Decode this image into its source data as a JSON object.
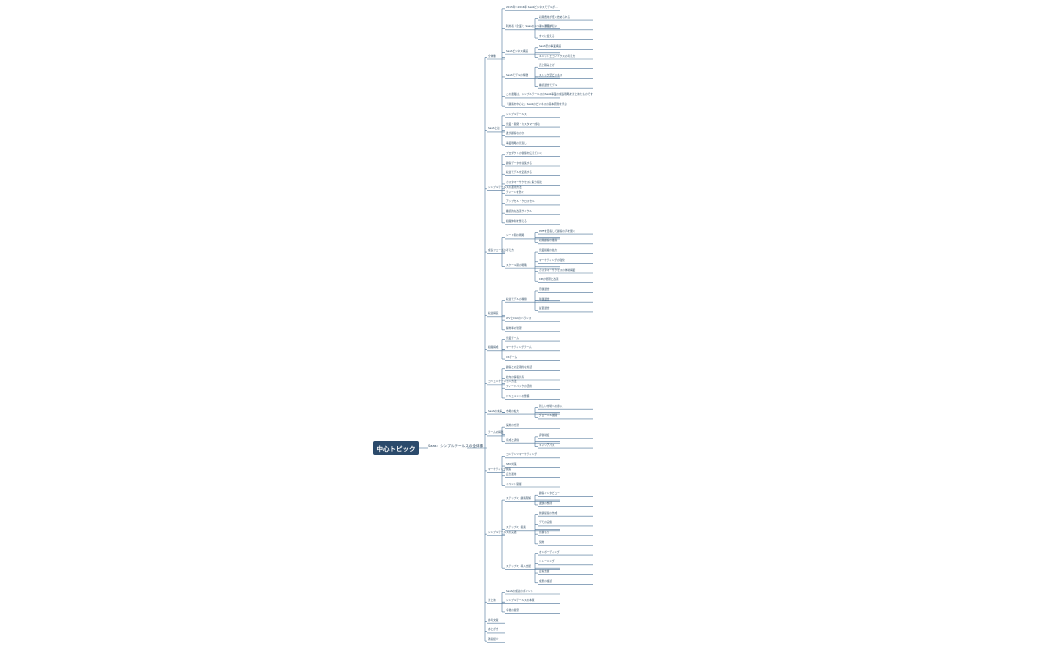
{
  "central_topic": "中心トピック",
  "main_branch": "Saas：シンプルテールスの全体像",
  "branches": [
    {
      "label": "全体像",
      "children": [
        {
          "label": "2015年〜2016年 SaaSビジネスモデルが…"
        },
        {
          "label": "利用者（企業）：Saasのメリットが高い",
          "children": [
            {
              "label": "初期費用が低く始められる"
            },
            {
              "label": "導入期間が短い"
            },
            {
              "label": "すぐに使える"
            }
          ]
        },
        {
          "label": "SaaSビジネス構造",
          "children": [
            {
              "label": "SaaS型の事業構造"
            },
            {
              "label": "ユニットエコノミクスの考え方"
            }
          ]
        },
        {
          "label": "SaaSモデルの特徴",
          "children": [
            {
              "label": "売上積み上げ"
            },
            {
              "label": "ストック型ビジネス"
            },
            {
              "label": "継続課金モデル"
            }
          ]
        },
        {
          "label": "この書籍は、シンプルテールスのSaaS事業の成長戦略をまとめたものです"
        },
        {
          "label": "「顧客を中心に」SaaSのビジネスの基本原則を学ぶ"
        }
      ]
    },
    {
      "label": "SaaSとは",
      "children": [
        {
          "label": "シンプルテールス"
        },
        {
          "label": "営業・開発・カスタマー成功"
        },
        {
          "label": "誰が顧客なのか"
        },
        {
          "label": "事業戦略の見直し"
        }
      ]
    },
    {
      "label": "シンプルテールスの運用方法",
      "children": [
        {
          "label": "プロダクトの価値を伝えていく"
        },
        {
          "label": "顧客データを収集する"
        },
        {
          "label": "収益モデルを定義する"
        },
        {
          "label": "カスタマーサクセスに取り組む"
        },
        {
          "label": "チャーンを防ぐ"
        },
        {
          "label": "アップセル・クロスセル"
        },
        {
          "label": "継続的な改善サイクル"
        },
        {
          "label": "組織体制を整える"
        }
      ]
    },
    {
      "label": "成長フェーズの考え方",
      "children": [
        {
          "label": "シード期の戦略",
          "children": [
            {
              "label": "PMFを目指して顧客の声を聞く"
            },
            {
              "label": "初期顧客の獲得"
            }
          ]
        },
        {
          "label": "スケール期の戦略",
          "children": [
            {
              "label": "営業組織の拡大"
            },
            {
              "label": "マーケティングの強化"
            },
            {
              "label": "カスタマーサクセスの体制構築"
            },
            {
              "label": "KPIの管理と改善"
            }
          ]
        }
      ]
    },
    {
      "label": "収益構造",
      "children": [
        {
          "label": "収益モデルの種類",
          "children": [
            {
              "label": "月額課金"
            },
            {
              "label": "年額課金"
            },
            {
              "label": "従量課金"
            }
          ]
        },
        {
          "label": "LTVとCACのバランス"
        },
        {
          "label": "解約率の管理"
        }
      ]
    },
    {
      "label": "組織構成",
      "children": [
        {
          "label": "営業チーム"
        },
        {
          "label": "マーケティングチーム"
        },
        {
          "label": "CSチーム"
        }
      ]
    },
    {
      "label": "コミュニケーション方法",
      "children": [
        {
          "label": "顧客との定期的な対話"
        },
        {
          "label": "社内の情報共有"
        },
        {
          "label": "フィードバックの活用"
        },
        {
          "label": "ドキュメントの整備"
        }
      ]
    },
    {
      "label": "SaaSの未来",
      "children": [
        {
          "label": "市場の拡大",
          "children": [
            {
              "label": "新しい市場への参入"
            },
            {
              "label": "グローバル展開"
            }
          ]
        }
      ]
    },
    {
      "label": "チームの構築",
      "children": [
        {
          "label": "採用の方針"
        },
        {
          "label": "育成と評価",
          "children": [
            {
              "label": "評価制度"
            },
            {
              "label": "キャリアパス"
            }
          ]
        }
      ]
    },
    {
      "label": "マーケティング施策",
      "children": [
        {
          "label": "コンテンツマーケティング"
        },
        {
          "label": "SEO対策"
        },
        {
          "label": "広告運用"
        },
        {
          "label": "イベント開催"
        }
      ]
    },
    {
      "label": "シンプルテールスの実践",
      "children": [
        {
          "label": "ステップ1：顧客理解",
          "children": [
            {
              "label": "顧客インタビュー"
            },
            {
              "label": "課題の整理"
            }
          ]
        },
        {
          "label": "ステップ2：提案",
          "children": [
            {
              "label": "価値提案の作成"
            },
            {
              "label": "デモの実施"
            },
            {
              "label": "見積もり"
            },
            {
              "label": "契約"
            }
          ]
        },
        {
          "label": "ステップ3：導入支援",
          "children": [
            {
              "label": "オンボーディング"
            },
            {
              "label": "トレーニング"
            },
            {
              "label": "定着支援"
            },
            {
              "label": "成果の確認"
            }
          ]
        }
      ]
    },
    {
      "label": "まとめ",
      "children": [
        {
          "label": "SaaSの成功のポイント"
        },
        {
          "label": "シンプルテールスの本質"
        },
        {
          "label": "今後の展望"
        }
      ]
    },
    {
      "label": "参考文献"
    },
    {
      "label": "あとがき"
    },
    {
      "label": "著者紹介"
    }
  ]
}
